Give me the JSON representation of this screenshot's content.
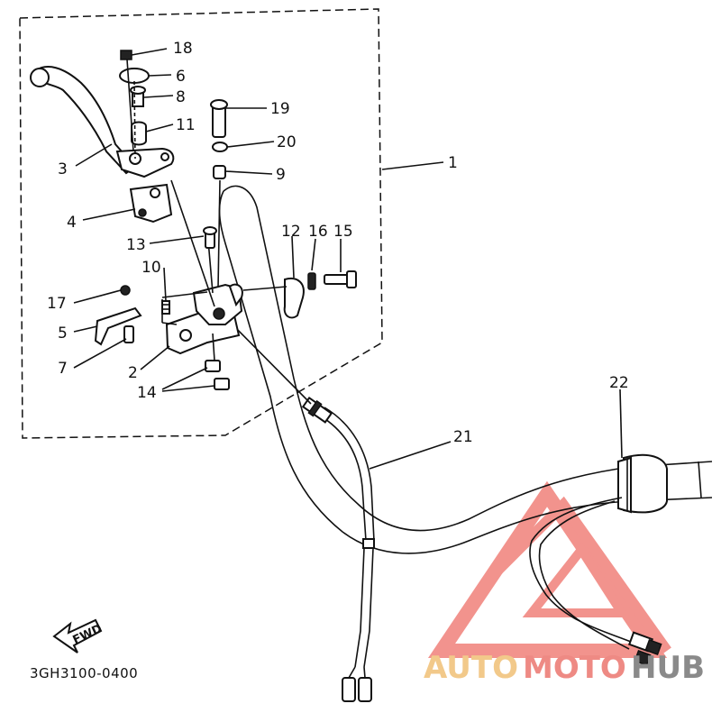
{
  "callouts": {
    "c1": "1",
    "c2": "2",
    "c3": "3",
    "c4": "4",
    "c5": "5",
    "c6": "6",
    "c7": "7",
    "c8": "8",
    "c9": "9",
    "c10": "10",
    "c11": "11",
    "c12": "12",
    "c13": "13",
    "c14": "14",
    "c15": "15",
    "c16": "16",
    "c17": "17",
    "c18": "18",
    "c19": "19",
    "c20": "20",
    "c21": "21",
    "c22": "22"
  },
  "direction_marker": "FWD",
  "diagram_code": "3GH3100-0400",
  "watermark": {
    "part_auto": "AUTO",
    "part_moto": "MOTO",
    "part_hub": "HUB",
    "colors": {
      "auto": "#f2c98a",
      "moto": "#ee8a84",
      "hub": "#8a8a8a",
      "triangle": "#ee6f68"
    }
  }
}
